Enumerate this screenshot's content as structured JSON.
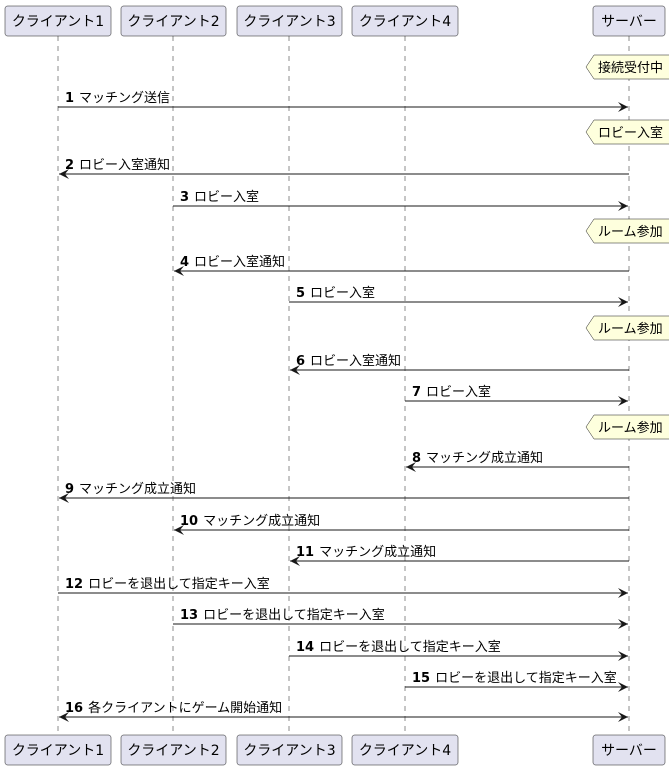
{
  "participants": [
    {
      "id": "c1",
      "label": "クライアント1"
    },
    {
      "id": "c2",
      "label": "クライアント2"
    },
    {
      "id": "c3",
      "label": "クライアント3"
    },
    {
      "id": "c4",
      "label": "クライアント4"
    },
    {
      "id": "srv",
      "label": "サーバー"
    }
  ],
  "events": [
    {
      "type": "note",
      "on": "srv",
      "text": "接続受付中"
    },
    {
      "type": "message",
      "number": "1",
      "from": "c1",
      "to": "srv",
      "text": "マッチング送信"
    },
    {
      "type": "note",
      "on": "srv",
      "text": "ロビー入室"
    },
    {
      "type": "message",
      "number": "2",
      "from": "srv",
      "to": "c1",
      "text": "ロビー入室通知"
    },
    {
      "type": "message",
      "number": "3",
      "from": "c2",
      "to": "srv",
      "text": "ロビー入室"
    },
    {
      "type": "note",
      "on": "srv",
      "text": "ルーム参加"
    },
    {
      "type": "message",
      "number": "4",
      "from": "srv",
      "to": "c2",
      "text": "ロビー入室通知"
    },
    {
      "type": "message",
      "number": "5",
      "from": "c3",
      "to": "srv",
      "text": "ロビー入室"
    },
    {
      "type": "note",
      "on": "srv",
      "text": "ルーム参加"
    },
    {
      "type": "message",
      "number": "6",
      "from": "srv",
      "to": "c3",
      "text": "ロビー入室通知"
    },
    {
      "type": "message",
      "number": "7",
      "from": "c4",
      "to": "srv",
      "text": "ロビー入室"
    },
    {
      "type": "note",
      "on": "srv",
      "text": "ルーム参加"
    },
    {
      "type": "message",
      "number": "8",
      "from": "srv",
      "to": "c4",
      "text": "マッチング成立通知"
    },
    {
      "type": "message",
      "number": "9",
      "from": "srv",
      "to": "c1",
      "text": "マッチング成立通知"
    },
    {
      "type": "message",
      "number": "10",
      "from": "srv",
      "to": "c2",
      "text": "マッチング成立通知"
    },
    {
      "type": "message",
      "number": "11",
      "from": "srv",
      "to": "c3",
      "text": "マッチング成立通知"
    },
    {
      "type": "message",
      "number": "12",
      "from": "c1",
      "to": "srv",
      "text": "ロビーを退出して指定キー入室"
    },
    {
      "type": "message",
      "number": "13",
      "from": "c2",
      "to": "srv",
      "text": "ロビーを退出して指定キー入室"
    },
    {
      "type": "message",
      "number": "14",
      "from": "c3",
      "to": "srv",
      "text": "ロビーを退出して指定キー入室"
    },
    {
      "type": "message",
      "number": "15",
      "from": "c4",
      "to": "srv",
      "text": "ロビーを退出して指定キー入室"
    },
    {
      "type": "message",
      "number": "16",
      "from": "srv",
      "to": "c1",
      "text": "各クライアントにゲーム開始通知",
      "bidirectional": true
    }
  ]
}
